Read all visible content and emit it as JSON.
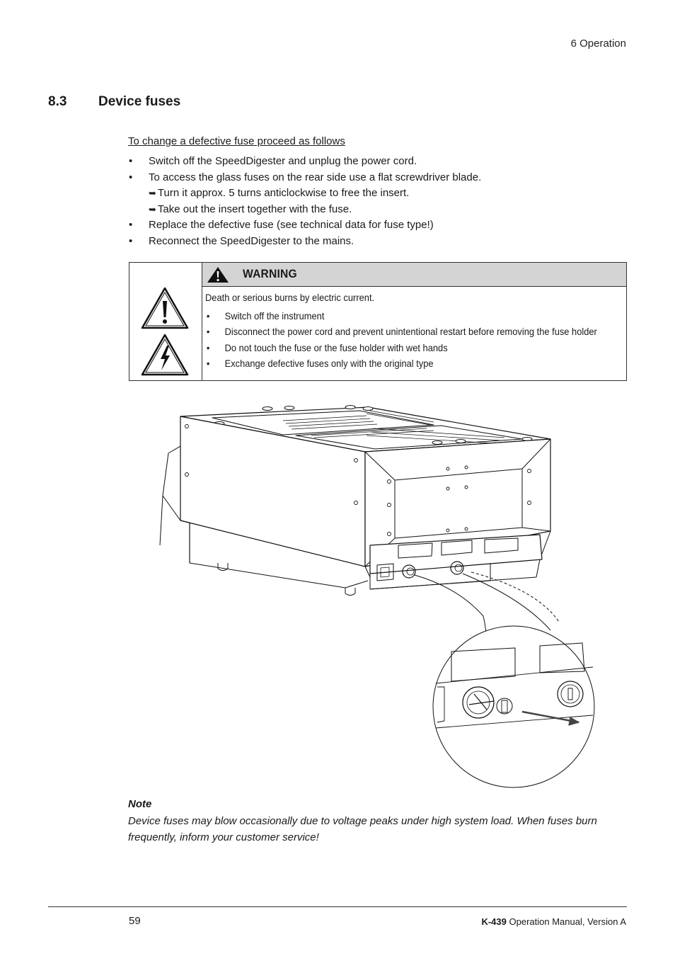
{
  "header": {
    "chapter": "6   Operation"
  },
  "section": {
    "number": "8.3",
    "title": "Device fuses"
  },
  "intro": "To change a defective fuse proceed as follows",
  "steps": [
    "Switch off the SpeedDigester and unplug the power cord.",
    "To access the glass fuses on the rear side use a flat screwdriver blade.",
    "Turn it approx. 5 turns anticlockwise to free the insert.",
    "Take out the insert together with the fuse.",
    "Replace the defective fuse (see technical data for fuse type!)",
    "Reconnect the SpeedDigester to the mains."
  ],
  "warning": {
    "title": "WARNING",
    "lead": "Death or serious burns by electric current.",
    "items": [
      "Switch off the instrument",
      "Disconnect the power cord and prevent unintentional restart before removing the fuse holder",
      "Do not touch the fuse or the fuse holder with wet hands",
      "Exchange defective fuses only with the original type"
    ]
  },
  "note": {
    "title": "Note",
    "text": "Device fuses may blow occasionally due to voltage peaks under high system load. When fuses burn frequently, inform your customer service!"
  },
  "footer": {
    "page": "59",
    "model": "K-439",
    "manual": " Operation Manual, Version A"
  }
}
